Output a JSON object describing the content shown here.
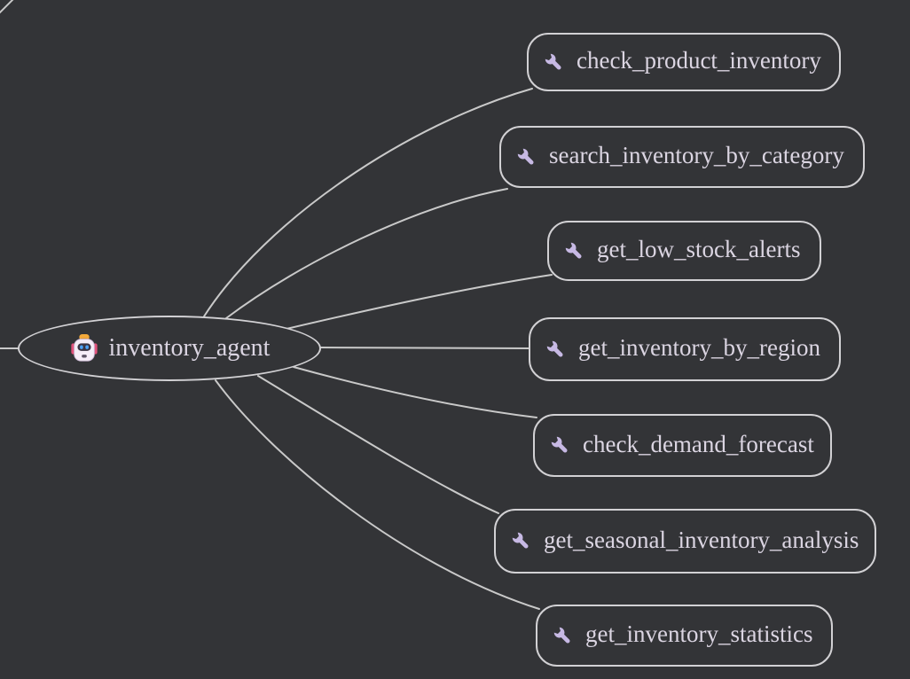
{
  "diagram": {
    "type": "mindmap",
    "background_color": "#333437",
    "edge_color": "#c9c9c9",
    "node_border_color": "#d2d1d4",
    "text_color": "#dbd5e2",
    "wrench_color": "#c7b9e4"
  },
  "hub": {
    "label": "inventory_agent",
    "icon": "robot-icon"
  },
  "tools": [
    {
      "label": "check_product_inventory",
      "icon": "wrench-icon"
    },
    {
      "label": "search_inventory_by_category",
      "icon": "wrench-icon"
    },
    {
      "label": "get_low_stock_alerts",
      "icon": "wrench-icon"
    },
    {
      "label": "get_inventory_by_region",
      "icon": "wrench-icon"
    },
    {
      "label": "check_demand_forecast",
      "icon": "wrench-icon"
    },
    {
      "label": "get_seasonal_inventory_analysis",
      "icon": "wrench-icon"
    },
    {
      "label": "get_inventory_statistics",
      "icon": "wrench-icon"
    }
  ]
}
